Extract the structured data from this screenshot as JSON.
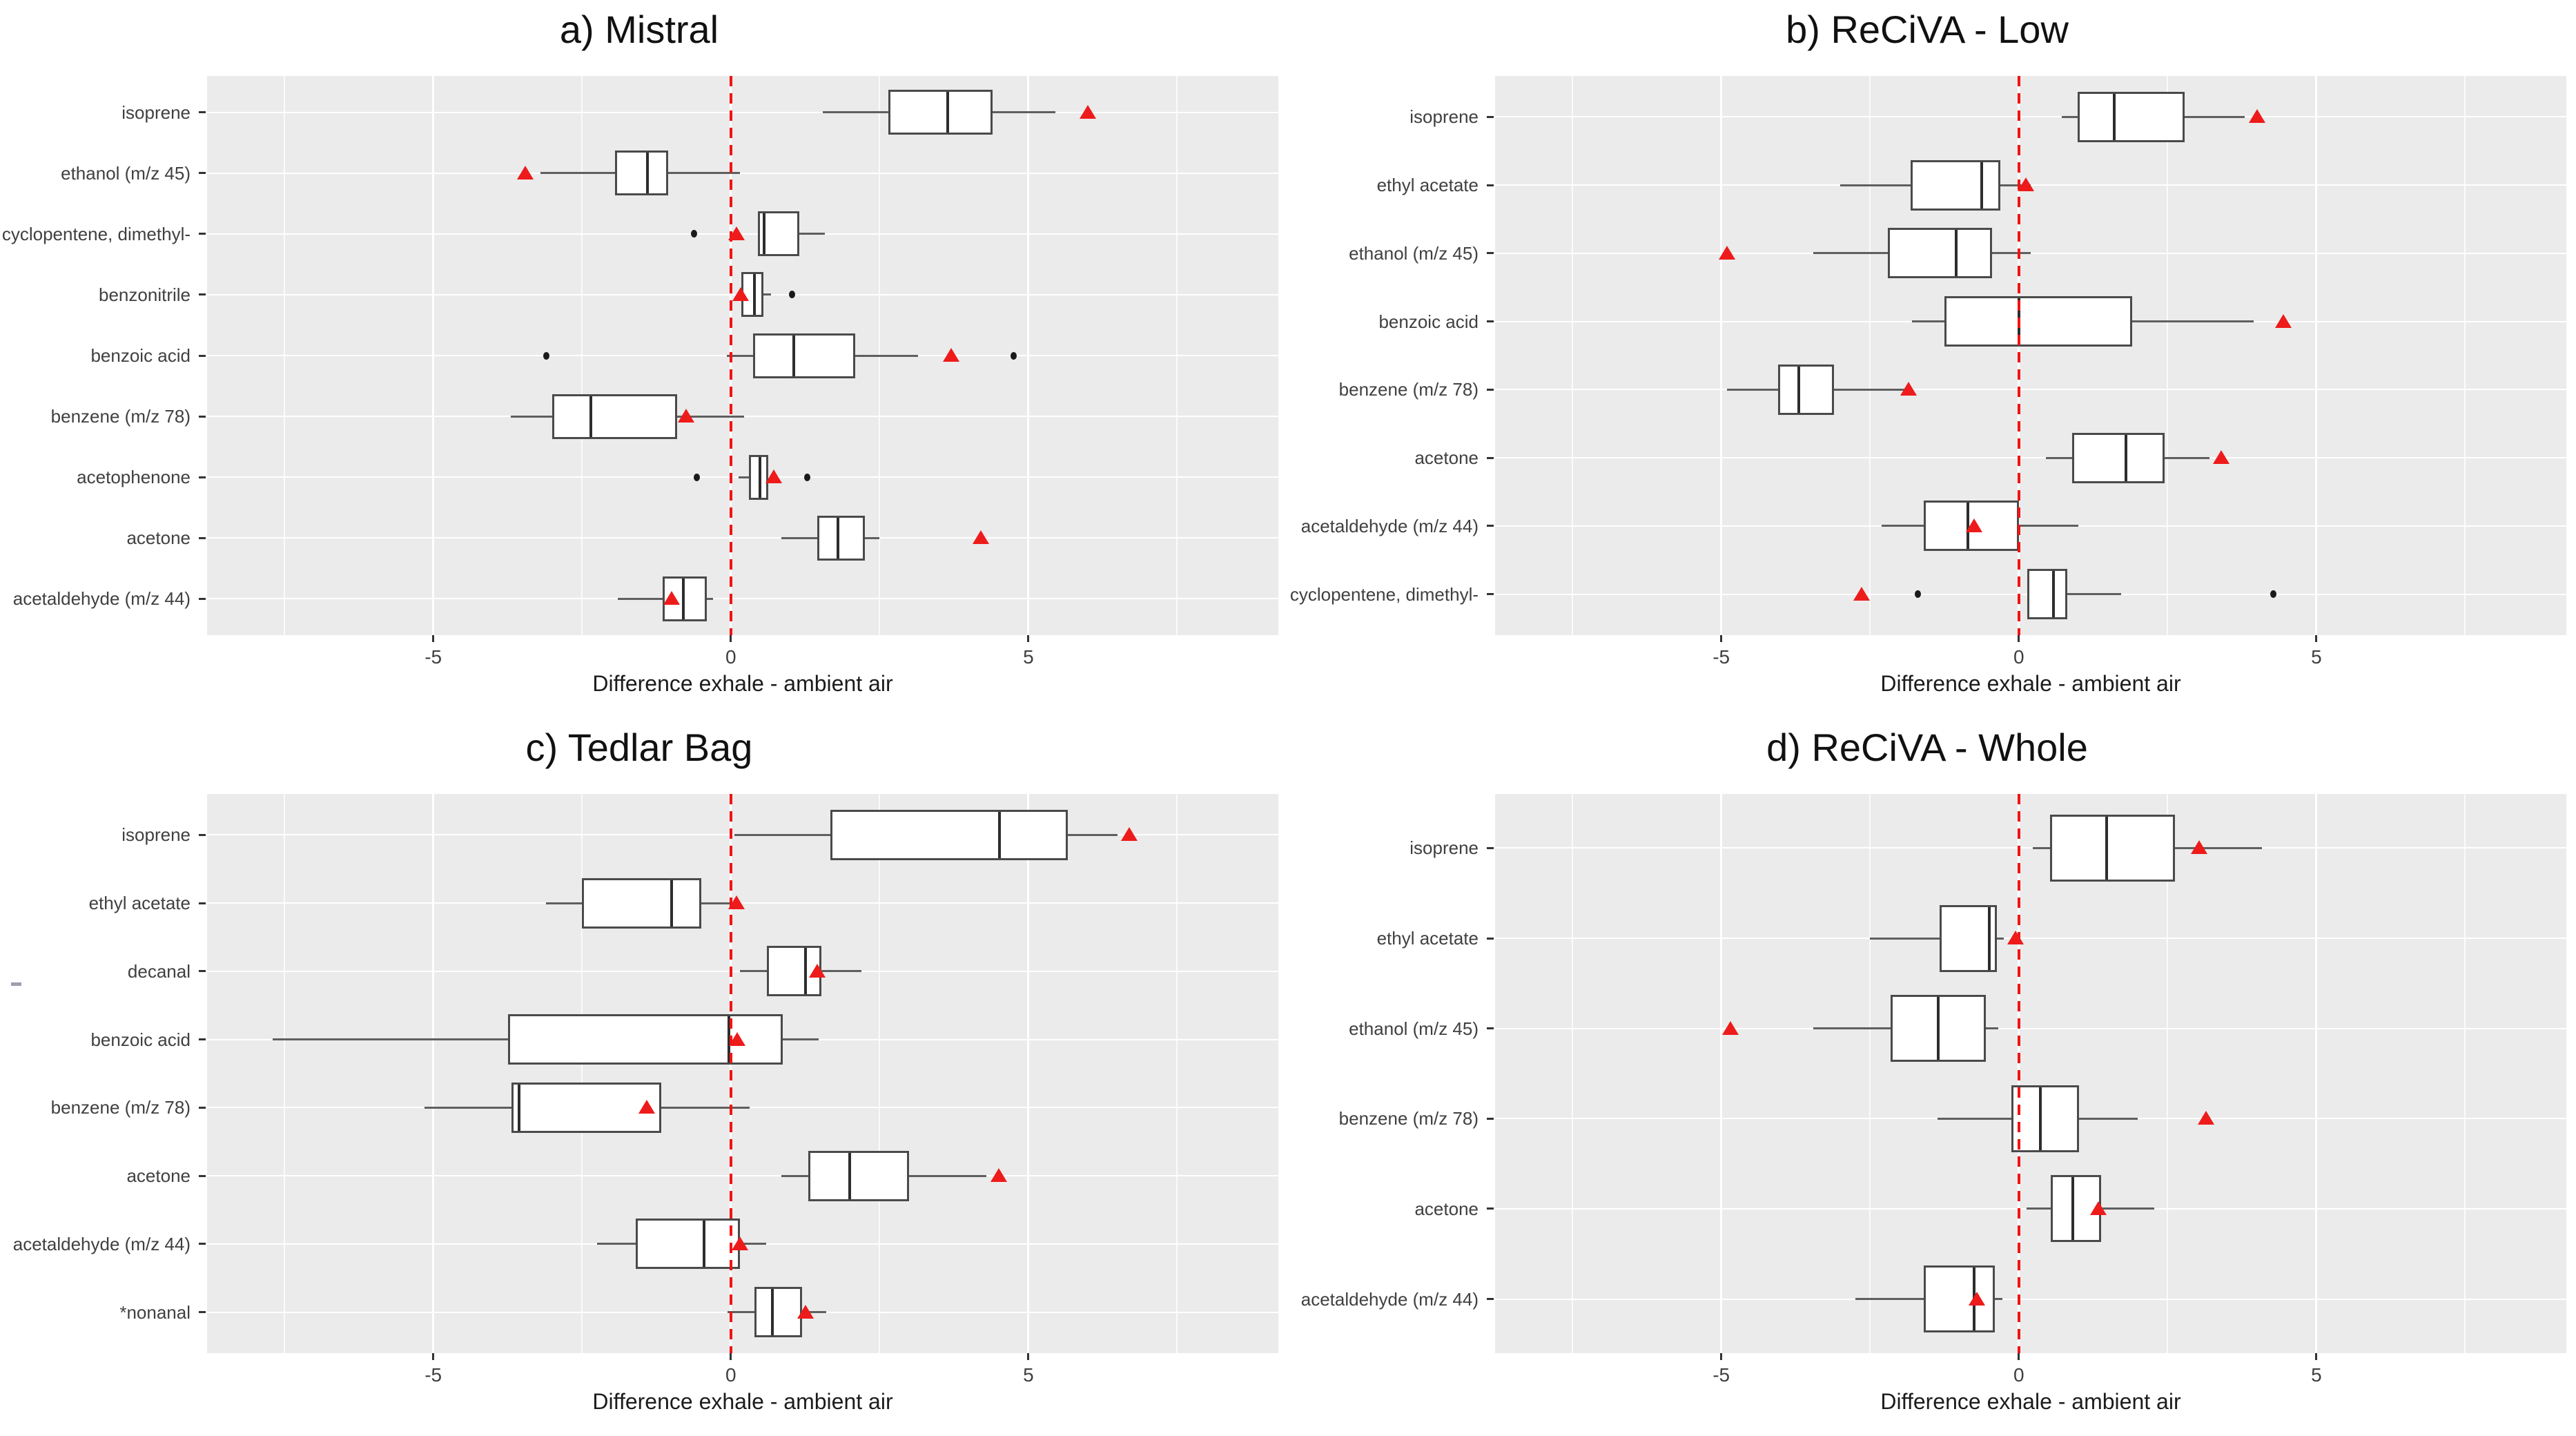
{
  "figure": {
    "xlabel": "Difference exhale - ambient air",
    "colors": {
      "panel_background": "#EBEBEB",
      "gridline": "#FFFFFF",
      "box_fill": "#FFFFFF",
      "box_border": "#4A4A4A",
      "whisker": "#5F5F5F",
      "median": "#2D2D2D",
      "zero_line_red": "#F21313",
      "mean_triangle_red": "#EE1B1B",
      "outlier_dot": "#1A1A1A",
      "tick_text": "#404040",
      "title_text": "#111111"
    }
  },
  "chart_data": [
    {
      "type": "boxplot",
      "orientation": "horizontal",
      "title": "a) Mistral",
      "xlabel": "Difference exhale - ambient air",
      "xticks": [
        -5,
        0,
        5
      ],
      "xlim": [
        -8.8,
        9.2
      ],
      "refline": 0,
      "grid_minor": [
        -7.5,
        -2.5,
        2.5,
        7.5
      ],
      "legend": "none",
      "categories": [
        "isoprene",
        "ethanol (m/z 45)",
        "cyclopentene, dimethyl-",
        "benzonitrile",
        "benzoic acid",
        "benzene (m/z 78)",
        "acetophenone",
        "acetone",
        "acetaldehyde (m/z 44)"
      ],
      "rows": [
        {
          "label": "isoprene",
          "whisker_low": 1.55,
          "q1": 2.65,
          "median": 3.65,
          "q3": 4.4,
          "whisker_high": 5.45,
          "mean": 6.0,
          "outliers": []
        },
        {
          "label": "ethanol (m/z 45)",
          "whisker_low": -3.2,
          "q1": -1.95,
          "median": -1.4,
          "q3": -1.05,
          "whisker_high": 0.15,
          "mean": -3.45,
          "outliers": []
        },
        {
          "label": "cyclopentene, dimethyl-",
          "whisker_low": 0.45,
          "q1": 0.45,
          "median": 0.56,
          "q3": 1.15,
          "whisker_high": 1.58,
          "mean": 0.1,
          "outliers": [
            -0.62
          ]
        },
        {
          "label": "benzonitrile",
          "whisker_low": 0.18,
          "q1": 0.18,
          "median": 0.4,
          "q3": 0.55,
          "whisker_high": 0.68,
          "mean": 0.16,
          "outliers": [
            1.03
          ]
        },
        {
          "label": "benzoic acid",
          "whisker_low": -0.07,
          "q1": 0.37,
          "median": 1.06,
          "q3": 2.09,
          "whisker_high": 3.15,
          "mean": 3.7,
          "outliers": [
            -3.1,
            4.75
          ]
        },
        {
          "label": "benzene (m/z 78)",
          "whisker_low": -3.7,
          "q1": -3.0,
          "median": -2.35,
          "q3": -0.9,
          "whisker_high": 0.22,
          "mean": -0.75,
          "outliers": []
        },
        {
          "label": "acetophenone",
          "whisker_low": 0.13,
          "q1": 0.31,
          "median": 0.49,
          "q3": 0.63,
          "whisker_high": 0.63,
          "mean": 0.72,
          "outliers": [
            -0.57,
            1.29
          ]
        },
        {
          "label": "acetone",
          "whisker_low": 0.85,
          "q1": 1.45,
          "median": 1.8,
          "q3": 2.25,
          "whisker_high": 2.5,
          "mean": 4.2,
          "outliers": []
        },
        {
          "label": "acetaldehyde (m/z 44)",
          "whisker_low": -1.9,
          "q1": -1.15,
          "median": -0.8,
          "q3": -0.4,
          "whisker_high": -0.3,
          "mean": -1.0,
          "outliers": []
        }
      ]
    },
    {
      "type": "boxplot",
      "orientation": "horizontal",
      "title": "b) ReCiVA - Low",
      "xlabel": "Difference exhale - ambient air",
      "xticks": [
        -5,
        0,
        5
      ],
      "xlim": [
        -8.8,
        9.2
      ],
      "refline": 0,
      "grid_minor": [
        -7.5,
        -2.5,
        2.5,
        7.5
      ],
      "legend": "none",
      "categories": [
        "isoprene",
        "ethyl acetate",
        "ethanol (m/z 45)",
        "benzoic acid",
        "benzene (m/z 78)",
        "acetone",
        "acetaldehyde (m/z 44)",
        "cyclopentene, dimethyl-"
      ],
      "rows": [
        {
          "label": "isoprene",
          "whisker_low": 0.72,
          "q1": 0.99,
          "median": 1.6,
          "q3": 2.79,
          "whisker_high": 3.8,
          "mean": 4.0,
          "outliers": []
        },
        {
          "label": "ethyl acetate",
          "whisker_low": -3.0,
          "q1": -1.82,
          "median": -0.62,
          "q3": -0.31,
          "whisker_high": 0.2,
          "mean": 0.12,
          "outliers": []
        },
        {
          "label": "ethanol (m/z 45)",
          "whisker_low": -3.45,
          "q1": -2.2,
          "median": -1.05,
          "q3": -0.45,
          "whisker_high": 0.2,
          "mean": -4.9,
          "outliers": []
        },
        {
          "label": "benzoic acid",
          "whisker_low": -1.8,
          "q1": -1.25,
          "median": 0.0,
          "q3": 1.9,
          "whisker_high": 3.95,
          "mean": 4.45,
          "outliers": []
        },
        {
          "label": "benzene (m/z 78)",
          "whisker_low": -4.9,
          "q1": -4.05,
          "median": -3.7,
          "q3": -3.1,
          "whisker_high": -1.9,
          "mean": -1.85,
          "outliers": []
        },
        {
          "label": "acetone",
          "whisker_low": 0.45,
          "q1": 0.9,
          "median": 1.8,
          "q3": 2.45,
          "whisker_high": 3.2,
          "mean": 3.4,
          "outliers": []
        },
        {
          "label": "acetaldehyde (m/z 44)",
          "whisker_low": -2.3,
          "q1": -1.6,
          "median": -0.85,
          "q3": 0.0,
          "whisker_high": 1.0,
          "mean": -0.75,
          "outliers": []
        },
        {
          "label": "cyclopentene, dimethyl-",
          "whisker_low": 0.14,
          "q1": 0.14,
          "median": 0.58,
          "q3": 0.82,
          "whisker_high": 1.72,
          "mean": -2.64,
          "outliers": [
            -1.7,
            4.28
          ]
        }
      ]
    },
    {
      "type": "boxplot",
      "orientation": "horizontal",
      "title": "c) Tedlar Bag",
      "xlabel": "Difference exhale - ambient air",
      "xticks": [
        -5,
        0,
        5
      ],
      "xlim": [
        -8.8,
        9.2
      ],
      "refline": 0,
      "grid_minor": [
        -7.5,
        -2.5,
        2.5,
        7.5
      ],
      "legend": "none",
      "categories": [
        "isoprene",
        "ethyl acetate",
        "decanal",
        "benzoic acid",
        "benzene (m/z 78)",
        "acetone",
        "acetaldehyde (m/z 44)",
        "*nonanal"
      ],
      "rows": [
        {
          "label": "isoprene",
          "whisker_low": 0.06,
          "q1": 1.67,
          "median": 4.52,
          "q3": 5.66,
          "whisker_high": 6.5,
          "mean": 6.69,
          "outliers": []
        },
        {
          "label": "ethyl acetate",
          "whisker_low": -3.1,
          "q1": -2.5,
          "median": -1.0,
          "q3": -0.5,
          "whisker_high": 0.0,
          "mean": 0.1,
          "outliers": []
        },
        {
          "label": "decanal",
          "whisker_low": 0.15,
          "q1": 0.61,
          "median": 1.25,
          "q3": 1.52,
          "whisker_high": 2.2,
          "mean": 1.45,
          "outliers": []
        },
        {
          "label": "benzoic acid",
          "whisker_low": -7.7,
          "q1": -3.74,
          "median": -0.03,
          "q3": 0.87,
          "whisker_high": 1.47,
          "mean": 0.11,
          "outliers": []
        },
        {
          "label": "benzene (m/z 78)",
          "whisker_low": -5.15,
          "q1": -3.69,
          "median": -3.56,
          "q3": -1.17,
          "whisker_high": 0.32,
          "mean": -1.41,
          "outliers": []
        },
        {
          "label": "acetone",
          "whisker_low": 0.85,
          "q1": 1.3,
          "median": 2.0,
          "q3": 3.0,
          "whisker_high": 4.3,
          "mean": 4.5,
          "outliers": []
        },
        {
          "label": "acetaldehyde (m/z 44)",
          "whisker_low": -2.25,
          "q1": -1.6,
          "median": -0.45,
          "q3": 0.15,
          "whisker_high": 0.6,
          "mean": 0.15,
          "outliers": []
        },
        {
          "label": "*nonanal",
          "whisker_low": -0.05,
          "q1": 0.4,
          "median": 0.7,
          "q3": 1.2,
          "whisker_high": 1.6,
          "mean": 1.25,
          "outliers": []
        }
      ]
    },
    {
      "type": "boxplot",
      "orientation": "horizontal",
      "title": "d) ReCiVA - Whole",
      "xlabel": "Difference exhale - ambient air",
      "xticks": [
        -5,
        0,
        5
      ],
      "xlim": [
        -8.8,
        9.2
      ],
      "refline": 0,
      "grid_minor": [
        -7.5,
        -2.5,
        2.5,
        7.5
      ],
      "legend": "none",
      "categories": [
        "isoprene",
        "ethyl acetate",
        "ethanol (m/z 45)",
        "benzene (m/z 78)",
        "acetone",
        "acetaldehyde (m/z 44)"
      ],
      "rows": [
        {
          "label": "isoprene",
          "whisker_low": 0.23,
          "q1": 0.52,
          "median": 1.48,
          "q3": 2.62,
          "whisker_high": 4.09,
          "mean": 3.03,
          "outliers": []
        },
        {
          "label": "ethyl acetate",
          "whisker_low": -2.5,
          "q1": -1.33,
          "median": -0.5,
          "q3": -0.37,
          "whisker_high": -0.25,
          "mean": -0.05,
          "outliers": []
        },
        {
          "label": "ethanol (m/z 45)",
          "whisker_low": -3.45,
          "q1": -2.15,
          "median": -1.35,
          "q3": -0.55,
          "whisker_high": -0.35,
          "mean": -4.85,
          "outliers": []
        },
        {
          "label": "benzene (m/z 78)",
          "whisker_low": -1.37,
          "q1": -0.13,
          "median": 0.36,
          "q3": 1.01,
          "whisker_high": 2.0,
          "mean": 3.15,
          "outliers": []
        },
        {
          "label": "acetone",
          "whisker_low": 0.13,
          "q1": 0.54,
          "median": 0.91,
          "q3": 1.38,
          "whisker_high": 2.28,
          "mean": 1.34,
          "outliers": []
        },
        {
          "label": "acetaldehyde (m/z 44)",
          "whisker_low": -2.75,
          "q1": -1.6,
          "median": -0.75,
          "q3": -0.4,
          "whisker_high": -0.28,
          "mean": -0.7,
          "outliers": []
        }
      ]
    }
  ]
}
